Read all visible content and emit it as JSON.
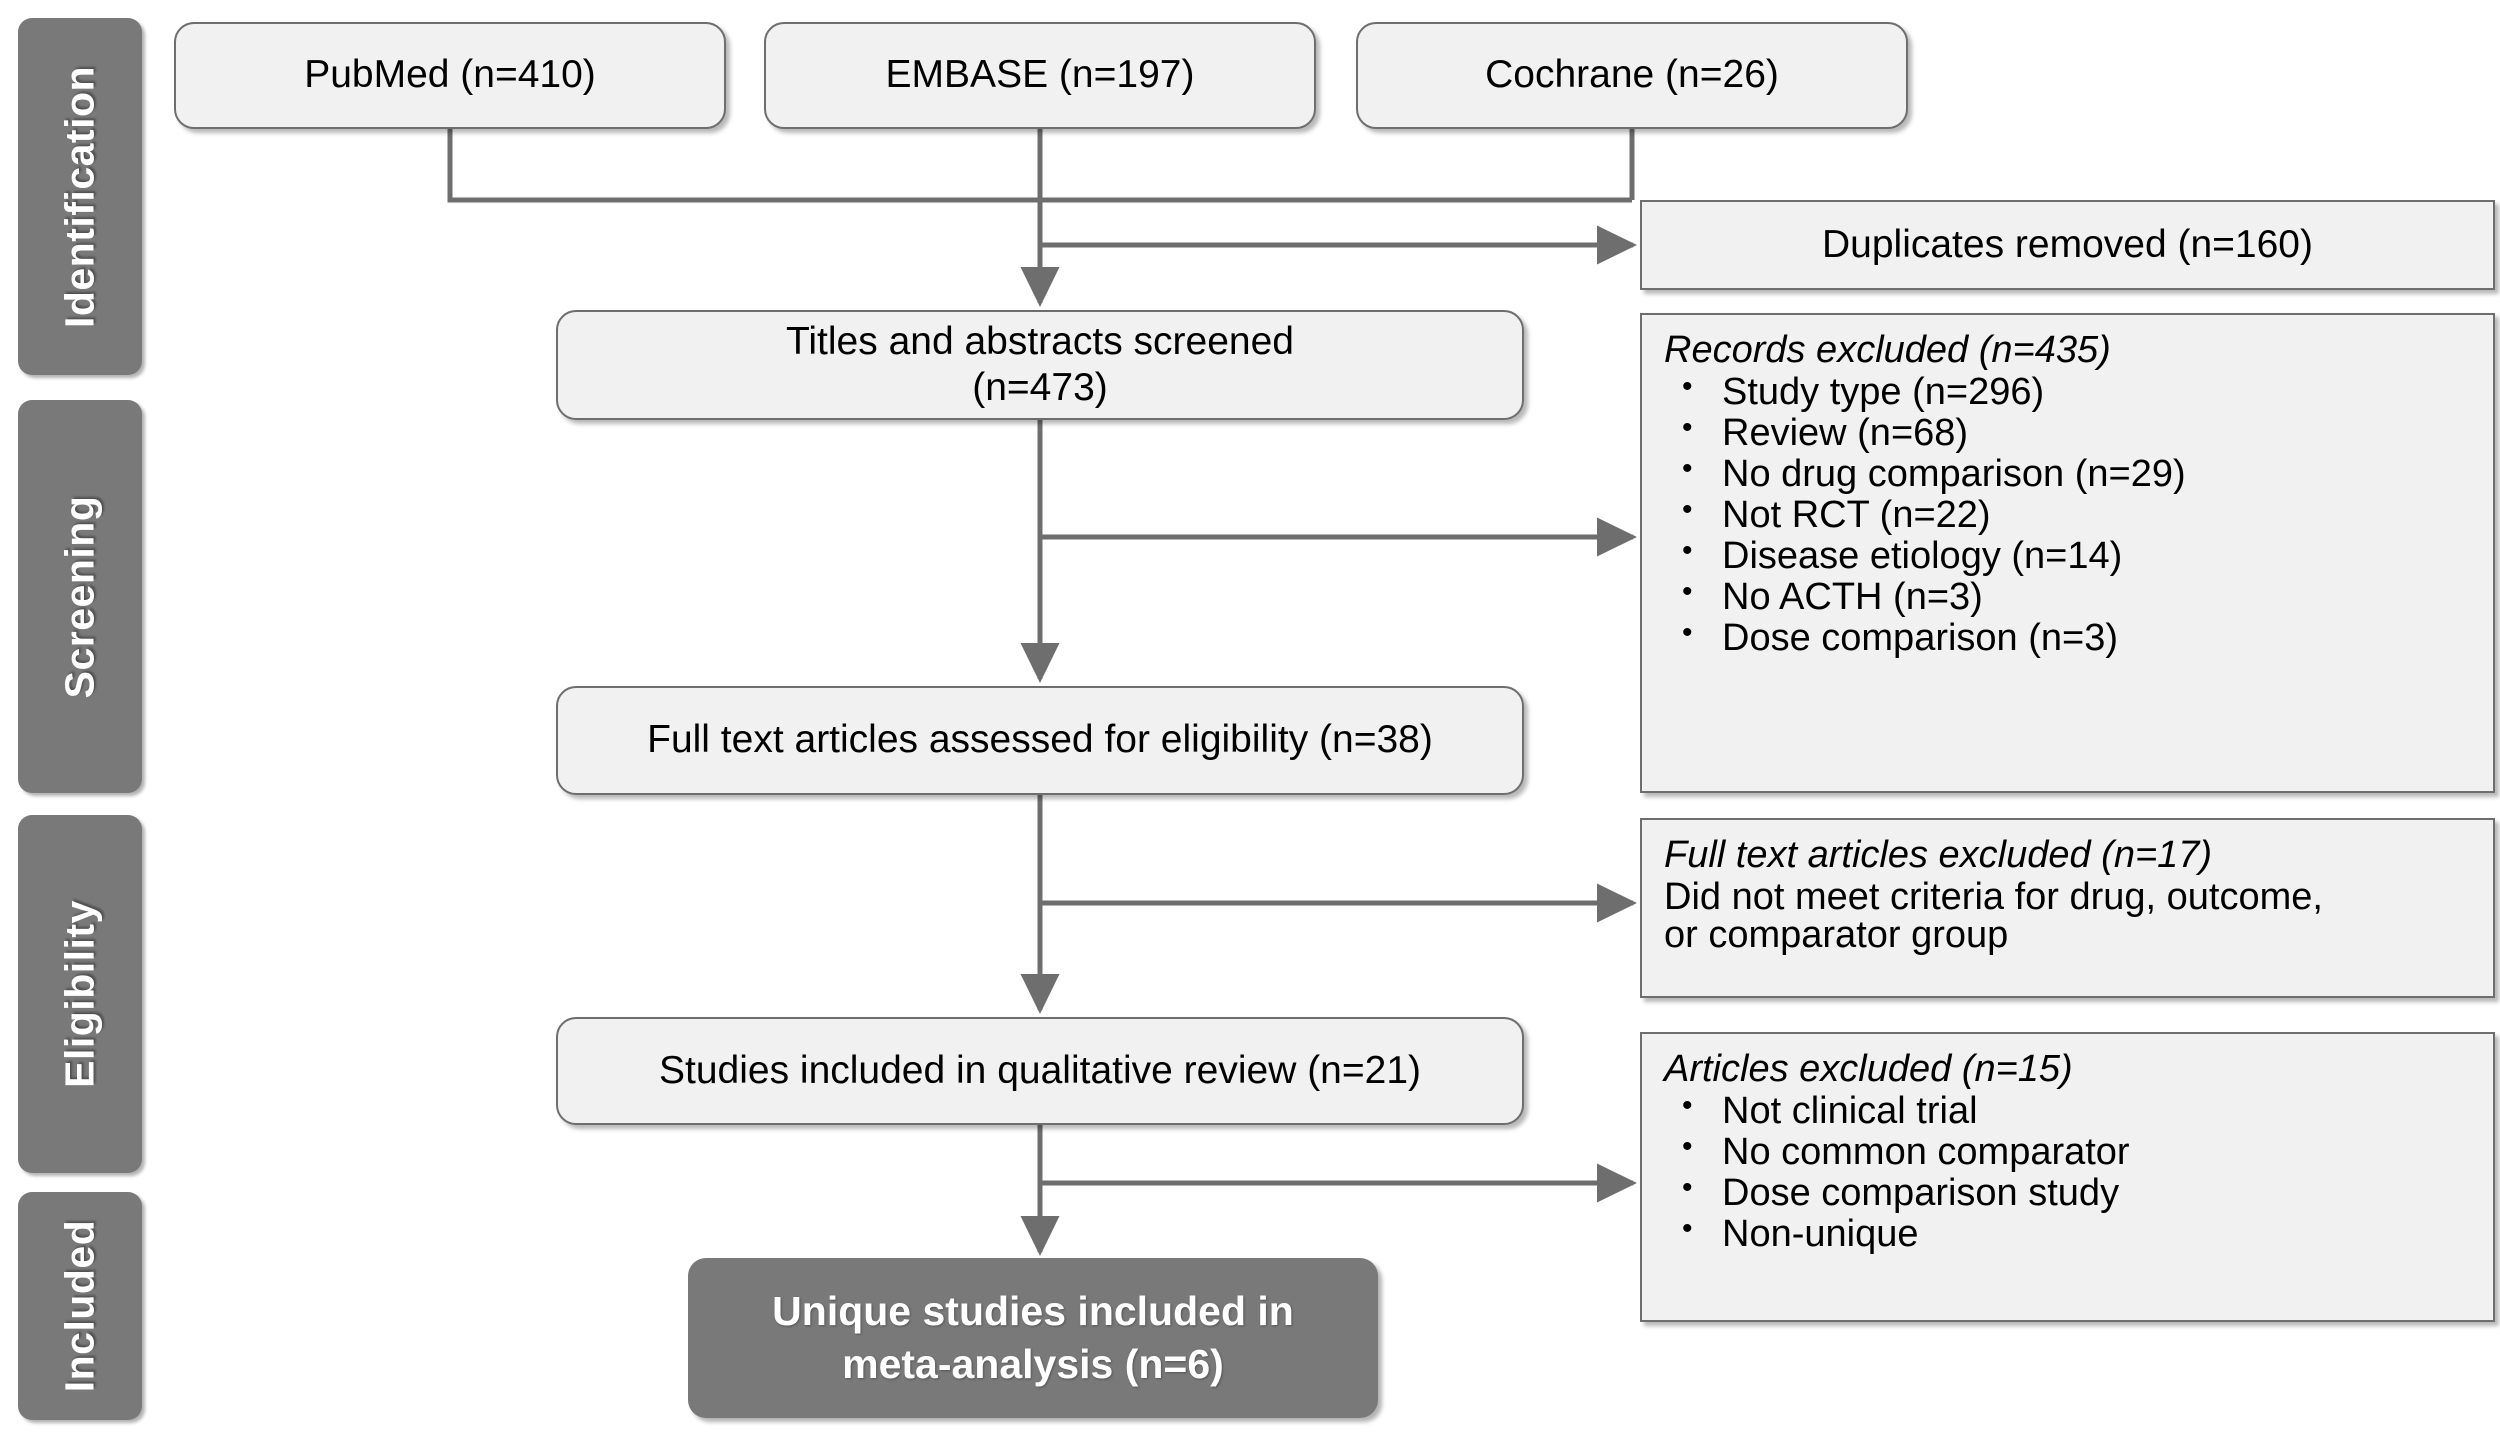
{
  "diagram": {
    "title": "PRISMA study selection flow diagram",
    "colors": {
      "phase_fill": "#797979",
      "box_fill": "#f1f1f1",
      "box_border": "#6e6e6e",
      "connector": "#6e6e6e",
      "final_fill": "#797979",
      "text": "#000000",
      "inverse_text": "#ffffff"
    }
  },
  "phases": [
    {
      "label": "Identification"
    },
    {
      "label": "Screening"
    },
    {
      "label": "Eligibility"
    },
    {
      "label": "Included"
    }
  ],
  "sources": [
    {
      "label": "PubMed (n=410)"
    },
    {
      "label": "EMBASE (n=197)"
    },
    {
      "label": "Cochrane (n=26)"
    }
  ],
  "flow": {
    "duplicates": {
      "label": "Duplicates removed (n=160)"
    },
    "screened": {
      "line1": "Titles and abstracts screened",
      "line2": "(n=473)"
    },
    "fulltext_assessed": {
      "label": "Full text articles assessed for eligibility  (n=38)"
    },
    "qualitative": {
      "label": "Studies included in qualitative review (n=21)"
    },
    "final": {
      "line1": "Unique studies included in",
      "line2": "meta-analysis (n=6)"
    }
  },
  "exclusions": {
    "records": {
      "heading": "Records excluded (n=435)",
      "items": [
        "Study type (n=296)",
        "Review (n=68)",
        "No drug comparison (n=29)",
        "Not RCT (n=22)",
        "Disease etiology  (n=14)",
        "No ACTH (n=3)",
        "Dose comparison (n=3)"
      ]
    },
    "fulltext": {
      "heading": "Full text articles excluded (n=17)",
      "line1": "Did not meet criteria for drug, outcome,",
      "line2": "or comparator group"
    },
    "articles": {
      "heading": "Articles excluded (n=15)",
      "items": [
        "Not clinical trial",
        "No common comparator",
        "Dose comparison study",
        "Non-unique"
      ]
    }
  }
}
